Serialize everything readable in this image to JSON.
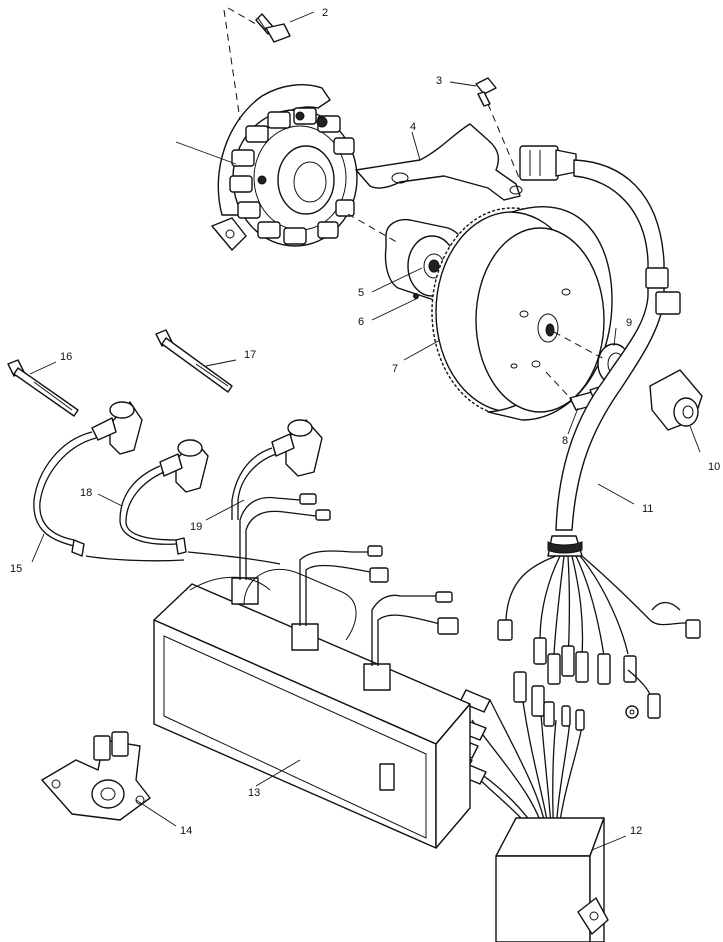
{
  "callouts": [
    {
      "id": "c1",
      "label": ""
    },
    {
      "id": "c2",
      "label": "2"
    },
    {
      "id": "c3",
      "label": "3"
    },
    {
      "id": "c4",
      "label": "4"
    },
    {
      "id": "c5",
      "label": "5"
    },
    {
      "id": "c6",
      "label": "6"
    },
    {
      "id": "c7",
      "label": "7"
    },
    {
      "id": "c8",
      "label": "8"
    },
    {
      "id": "c9",
      "label": "9"
    },
    {
      "id": "c10",
      "label": "10"
    },
    {
      "id": "c11",
      "label": "11"
    },
    {
      "id": "c12",
      "label": "12"
    },
    {
      "id": "c13",
      "label": "13"
    },
    {
      "id": "c14",
      "label": "14"
    },
    {
      "id": "c15",
      "label": "15"
    },
    {
      "id": "c16",
      "label": "16"
    },
    {
      "id": "c17",
      "label": "17"
    },
    {
      "id": "c18",
      "label": "18"
    },
    {
      "id": "c19",
      "label": "19"
    }
  ]
}
